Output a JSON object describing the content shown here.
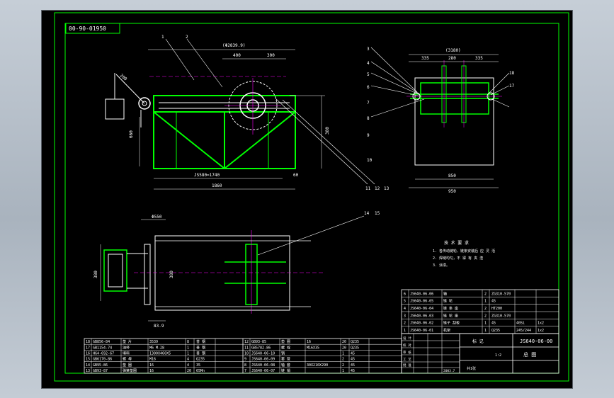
{
  "drawing": {
    "stamp": "00-90-01950",
    "drawing_no": "JS640-06-00",
    "part_title": "总 图",
    "scale": "1:2",
    "sheet": "共1张",
    "colors": {
      "background": "#000000",
      "frame": "#00ff00",
      "outline": "#ffffff",
      "text": "#ffffff",
      "centerline": "#ff00ff",
      "dimension": "#00ff00",
      "highlight": "#ffff00"
    }
  },
  "front_view": {
    "dims": {
      "overall": "(Φ2839.9)",
      "d400": "400",
      "d300": "300",
      "bottom": "JS580=1740",
      "d60": "60",
      "total": "1860",
      "height": "660",
      "right": "380",
      "arm": "200"
    },
    "callouts": [
      "1",
      "2",
      "11",
      "12",
      "13"
    ]
  },
  "side_view": {
    "dims": {
      "top": "(3180)",
      "a": "335",
      "b": "280",
      "c": "335",
      "width": "850",
      "total": "950"
    },
    "callouts": [
      "3",
      "4",
      "5",
      "6",
      "7",
      "8",
      "9",
      "10",
      "17",
      "18"
    ]
  },
  "plan_view": {
    "dims": {
      "top": "Φ550",
      "left": "380",
      "inner": "380",
      "bottom": "83.9"
    },
    "callouts": [
      "14",
      "15"
    ]
  },
  "notes": {
    "heading": "技 术 要 求",
    "lines": [
      "1. 各传动链轮、链条安装后 应 灵 活",
      "2. 焊缝均匀，不 得 有 夹 渣",
      "3. 涂漆。"
    ]
  },
  "parts_right": [
    {
      "no": "6",
      "code": "JS640-06-06",
      "name": "轴",
      "qty": "2",
      "mat": "ZG310-570"
    },
    {
      "no": "5",
      "code": "JS640-06-05",
      "name": "链 轮",
      "qty": "1",
      "mat": "45"
    },
    {
      "no": "4",
      "code": "JS640-06-04",
      "name": "链 条 座",
      "qty": "2",
      "mat": "HT200"
    },
    {
      "no": "3",
      "code": "JS640-06-03",
      "name": "链 轮 座",
      "qty": "2",
      "mat": "ZG310-570"
    },
    {
      "no": "2",
      "code": "JS640-06-02",
      "name": "链子 刮板",
      "qty": "1",
      "mat": "45",
      "extra": "40Si",
      "extra2": "1x2"
    },
    {
      "no": "1",
      "code": "JS640-06-01",
      "name": "机架",
      "qty": "1",
      "mat": "Q235",
      "extra": "245/244",
      "extra2": "1x2"
    }
  ],
  "parts_left": [
    {
      "no": "18",
      "code": "GB856-84",
      "name": "垫 片",
      "spec": "3539",
      "qty": "8",
      "mat": "普 钢"
    },
    {
      "no": "17",
      "code": "GB1154-74",
      "name": "油杯",
      "spec": "M6 M-28",
      "qty": "1",
      "mat": "普 钢"
    },
    {
      "no": "16",
      "code": "HG4-692-67",
      "name": "填料",
      "spec": "1300X460X5",
      "qty": "1",
      "mat": "普 钢"
    },
    {
      "no": "15",
      "code": "GB6170-86",
      "name": "螺 母",
      "spec": "M16",
      "qty": "4",
      "mat": "Q235"
    },
    {
      "no": "14",
      "code": "GB95-86",
      "name": "垫 圈",
      "spec": "16",
      "qty": "4",
      "mat": "35"
    },
    {
      "no": "13",
      "code": "GB93-87",
      "name": "弹簧垫圈",
      "spec": "16",
      "qty": "20",
      "mat": "65Mn"
    }
  ],
  "parts_mid": [
    {
      "no": "12",
      "code": "GB93-85",
      "name": "垫 圈",
      "spec": "16",
      "qty": "20",
      "mat": "Q235"
    },
    {
      "no": "11",
      "code": "GB5782-86",
      "name": "螺 栓",
      "spec": "M16X35",
      "qty": "20",
      "mat": "Q235"
    },
    {
      "no": "10",
      "code": "JS640-06-10",
      "name": "销",
      "spec": "",
      "qty": "1",
      "mat": "45"
    },
    {
      "no": "9",
      "code": "JS640-06-09",
      "name": "套 管",
      "spec": "",
      "qty": "2",
      "mat": "45"
    },
    {
      "no": "8",
      "code": "JS640-06-08",
      "name": "轴 套",
      "spec": "30X210X290",
      "qty": "2",
      "mat": "45"
    },
    {
      "no": "7",
      "code": "JS640-06-07",
      "name": "链 销",
      "spec": "",
      "qty": "1",
      "mat": "45"
    }
  ],
  "title_block": {
    "heading": "标 记",
    "left_labels": [
      "设 计",
      "校 对",
      "审 核",
      "工 艺",
      "批 准"
    ],
    "date": "2003.7"
  }
}
